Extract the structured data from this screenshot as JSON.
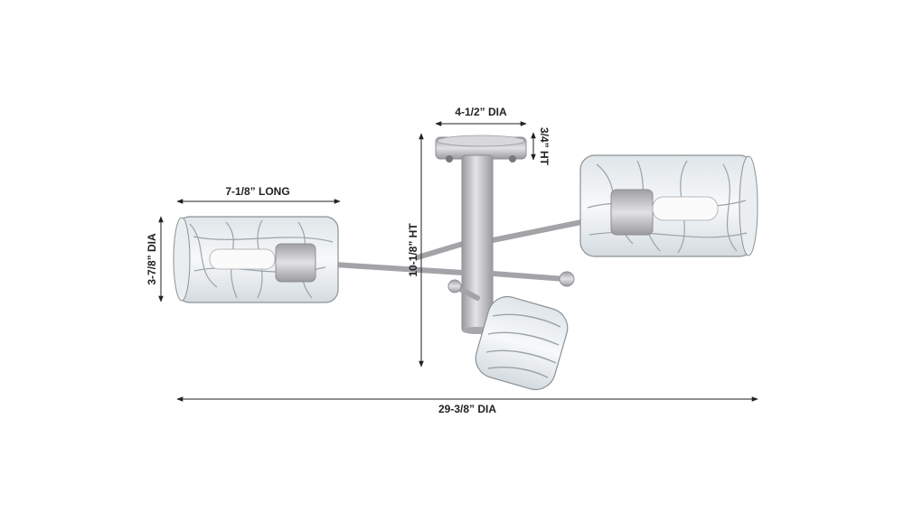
{
  "dimensions": {
    "canopy_diameter": "4-1/2” DIA",
    "canopy_height": "3/4” HT",
    "arm_length": "7-1/8” LONG",
    "shade_diameter": "3-7/8” DIA",
    "overall_height": "10-1/8” HT",
    "overall_diameter": "29-3/8” DIA"
  },
  "colors": {
    "line": "#222222",
    "metal": "#c7c7c9",
    "metal_dark": "#8e8e92",
    "glass": "#eef2f4",
    "glass_line": "#9aa3aa"
  }
}
